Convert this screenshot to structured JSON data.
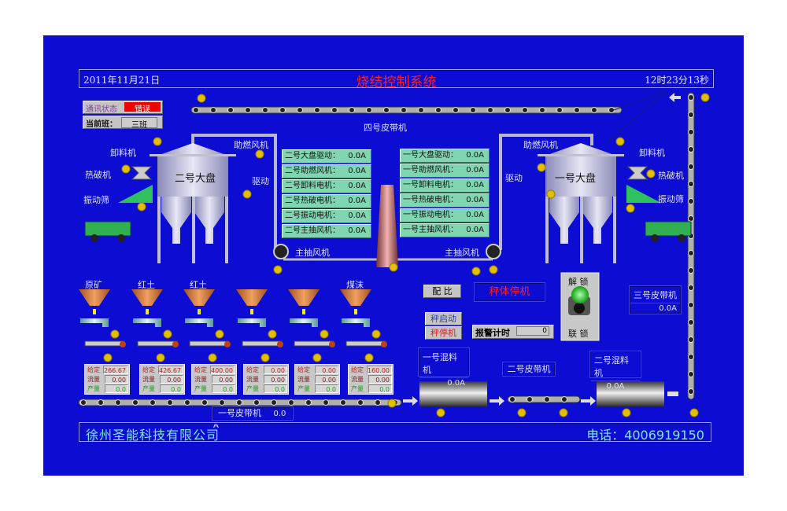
{
  "header": {
    "date": "2011年11月21日",
    "title": "烧结控制系统",
    "time": "12时23分13秒"
  },
  "status": {
    "comm_label": "通讯状态",
    "comm_value": "错误",
    "shift_label": "当前班：",
    "shift_value": "三班"
  },
  "conveyors": {
    "belt4": "四号皮带机",
    "belt1": "一号皮带机",
    "belt1_value": "0.0 A",
    "belt2": "二号皮带机",
    "belt3": "三号皮带机",
    "belt3_value": "0.0A"
  },
  "silo2": {
    "name": "二号大盘",
    "discharger": "卸料机",
    "crusher": "热破机",
    "screen": "振动筛",
    "fan": "助燃风机",
    "drive": "驱动",
    "main_fan": "主抽风机"
  },
  "silo1": {
    "name": "一号大盘",
    "discharger": "卸料机",
    "crusher": "热破机",
    "screen": "振动筛",
    "fan": "助燃风机",
    "drive": "驱动",
    "main_fan": "主抽风机"
  },
  "table2": [
    {
      "label": "二号大盘驱动：",
      "value": "0.0A"
    },
    {
      "label": "二号助燃风机：",
      "value": "0.0A"
    },
    {
      "label": "二号卸料电机：",
      "value": "0.0A"
    },
    {
      "label": "二号热破电机：",
      "value": "0.0A"
    },
    {
      "label": "二号振动电机：",
      "value": "0.0A"
    },
    {
      "label": "二号主抽风机：",
      "value": "0.0A"
    }
  ],
  "table1": [
    {
      "label": "一号大盘驱动：",
      "value": "0.0A"
    },
    {
      "label": "一号助燃风机：",
      "value": "0.0A"
    },
    {
      "label": "一号卸料电机：",
      "value": "0.0A"
    },
    {
      "label": "一号热破电机：",
      "value": "0.0A"
    },
    {
      "label": "一号振动电机：",
      "value": "0.0A"
    },
    {
      "label": "一号主抽风机：",
      "value": "0.0A"
    }
  ],
  "hoppers": [
    {
      "name": "原矿",
      "set": "266.67",
      "flow": "0.00",
      "output": "0.0"
    },
    {
      "name": "红土",
      "set": "426.67",
      "flow": "0.00",
      "output": "0.0"
    },
    {
      "name": "红土",
      "set": "400.00",
      "flow": "0.00",
      "output": "0.0"
    },
    {
      "name": "",
      "set": "0.00",
      "flow": "0.00",
      "output": "0.0"
    },
    {
      "name": "",
      "set": "0.00",
      "flow": "0.00",
      "output": "0.0"
    },
    {
      "name": "煤沫",
      "set": "160.00",
      "flow": "0.00",
      "output": "0.0"
    }
  ],
  "hopper_labels": {
    "set": "给定",
    "flow": "流量",
    "output": "产量"
  },
  "controls": {
    "ratio": "配 比",
    "scale_stop_status": "秤体停机",
    "scale_start": "秤启动",
    "scale_stop": "秤停机",
    "alarm_label": "报警计时",
    "alarm_value": "0",
    "unlock": "解 锁",
    "interlock": "联 锁"
  },
  "mixers": {
    "mixer1": "一号混料机",
    "mixer1_value": "0.0A",
    "mixer2": "二号混料机",
    "mixer2_value": "0.0A"
  },
  "footer": {
    "company": "徐州圣能科技有限公司",
    "phone": "电话：4006919150"
  }
}
